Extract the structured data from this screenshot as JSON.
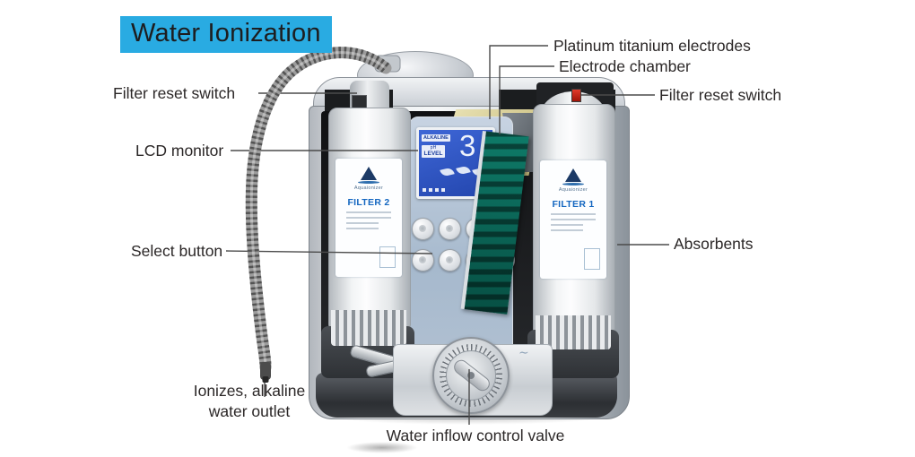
{
  "title": {
    "text": "Water Ionization"
  },
  "callouts": {
    "platinum_electrodes": "Platinum titanium electrodes",
    "electrode_chamber": "Electrode chamber",
    "filter_reset_left": "Filter reset switch",
    "filter_reset_right": "Filter reset switch",
    "lcd_monitor": "LCD monitor",
    "select_button": "Select button",
    "absorbents": "Absorbents",
    "ionized_outlet_line1": "Ionizes, alkaline",
    "ionized_outlet_line2": "water outlet",
    "inflow_valve": "Water inflow control valve"
  },
  "machine": {
    "brand": "Aquaionizer",
    "left_filter_label": "FILTER 2",
    "right_filter_label": "FILTER 1",
    "lcd": {
      "mode": "ALKALINE",
      "ph": "pH",
      "level": "LEVEL",
      "value": "3"
    }
  },
  "colors": {
    "title_highlight": "#29abe2",
    "lcd_blue": "#2d50bb",
    "pcb_green": "#0c6b5c",
    "reset_switch_red": "#d42a1e"
  }
}
